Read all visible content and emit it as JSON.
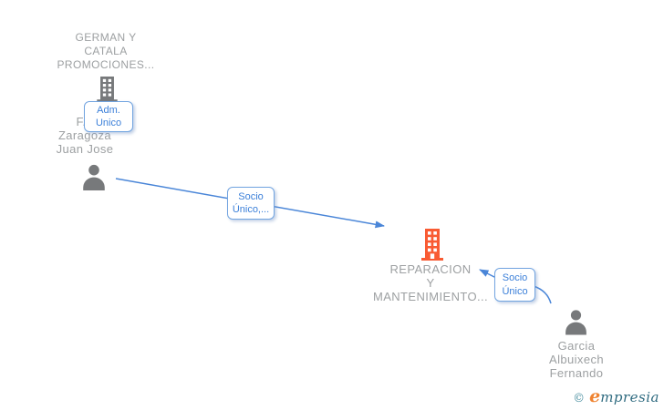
{
  "diagram_title": "company-relationship-graph",
  "nodes": {
    "company1": {
      "type": "company",
      "lines": [
        "GERMAN Y",
        "CATALA",
        "PROMOCIONES..."
      ]
    },
    "person1": {
      "type": "person",
      "lines": [
        "F...",
        "Zaragoza",
        "Juan Jose"
      ]
    },
    "company2": {
      "type": "company",
      "lines": [
        "REPARACION",
        "Y",
        "MANTENIMIENTO..."
      ]
    },
    "person2": {
      "type": "person",
      "lines": [
        "Garcia",
        "Albuixech",
        "Fernando"
      ]
    }
  },
  "edges": {
    "adm_unico": {
      "lines": [
        "Adm.",
        "Unico"
      ]
    },
    "socio_unico_1": {
      "lines": [
        "Socio",
        "Único,..."
      ]
    },
    "socio_unico_2": {
      "lines": [
        "Socio",
        "Único"
      ]
    }
  },
  "watermark": {
    "copyright": "©",
    "brand_first_letter": "e",
    "brand_rest": "mpresia"
  },
  "colors": {
    "edge_line": "#4a86d8",
    "box_border": "#72a4e0",
    "box_text": "#3c80d9",
    "node_text": "#9da0a2",
    "icon_gray": "#77797b",
    "icon_orange": "#f95b33",
    "logo_teal": "#2f6b80",
    "logo_orange": "#ef8330"
  }
}
